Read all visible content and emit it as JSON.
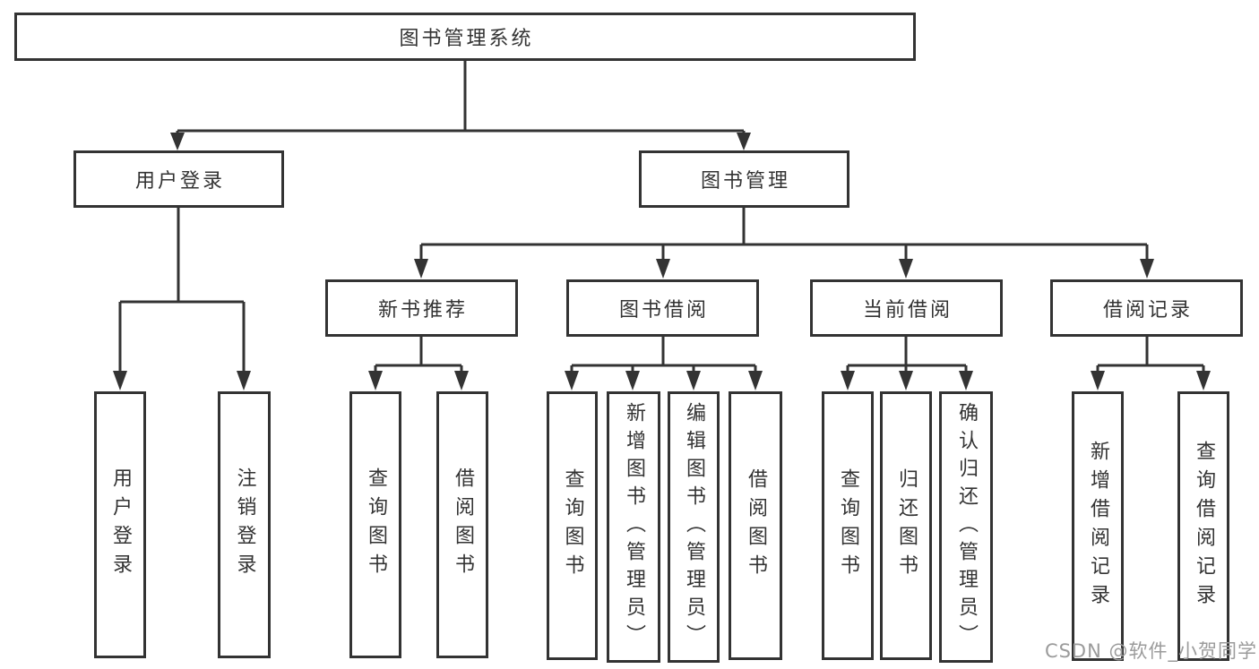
{
  "diagram": {
    "title": "图书管理系统",
    "level2": [
      {
        "label": "用户登录"
      },
      {
        "label": "图书管理"
      }
    ],
    "level3": [
      {
        "label": "新书推荐",
        "parent": "图书管理"
      },
      {
        "label": "图书借阅",
        "parent": "图书管理"
      },
      {
        "label": "当前借阅",
        "parent": "图书管理"
      },
      {
        "label": "借阅记录",
        "parent": "图书管理"
      }
    ],
    "level4": [
      {
        "label": "用户登录",
        "parent": "用户登录"
      },
      {
        "label": "注销登录",
        "parent": "用户登录"
      },
      {
        "label": "查询图书",
        "parent": "新书推荐"
      },
      {
        "label": "借阅图书",
        "parent": "新书推荐"
      },
      {
        "label": "查询图书",
        "parent": "图书借阅"
      },
      {
        "label": "新增图书（管理员）",
        "parent": "图书借阅"
      },
      {
        "label": "编辑图书（管理员）",
        "parent": "图书借阅"
      },
      {
        "label": "借阅图书",
        "parent": "图书借阅"
      },
      {
        "label": "查询图书",
        "parent": "当前借阅"
      },
      {
        "label": "归还图书",
        "parent": "当前借阅"
      },
      {
        "label": "确认归还（管理员）",
        "parent": "当前借阅"
      },
      {
        "label": "新增借阅记录",
        "parent": "借阅记录"
      },
      {
        "label": "查询借阅记录",
        "parent": "借阅记录"
      }
    ]
  },
  "watermark": "CSDN @软件_小贺同学",
  "colors": {
    "line": "#333333",
    "text": "#333333",
    "box_background": "#ffffff",
    "page_background": "#ffffff",
    "watermark": "#9b9b9b"
  }
}
